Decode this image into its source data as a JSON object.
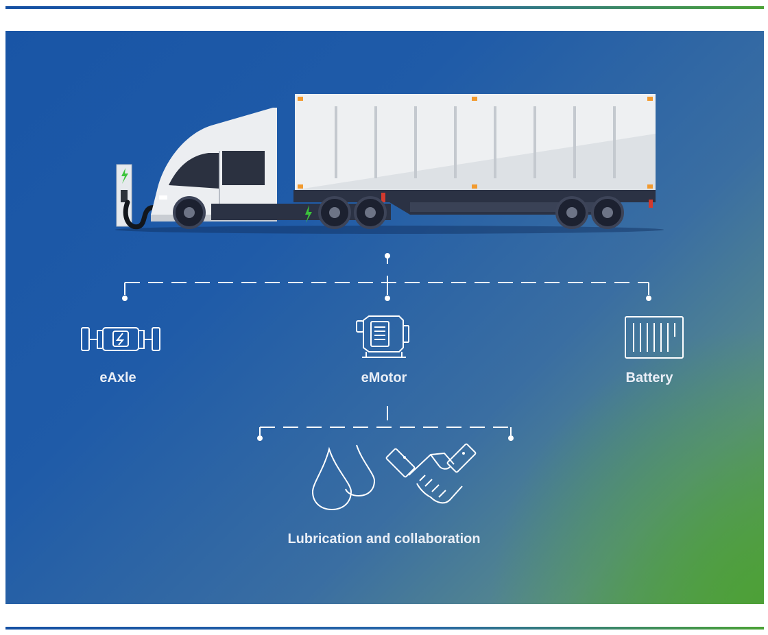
{
  "diagram": {
    "labels": {
      "eaxle": "eAxle",
      "emotor": "eMotor",
      "battery": "Battery",
      "lubrication": "Lubrication and collaboration"
    },
    "icons": [
      "truck-illustration",
      "charging-station-icon",
      "eaxle-icon",
      "electric-motor-icon",
      "battery-icon",
      "oil-drops-icon",
      "handshake-icon"
    ],
    "colors": {
      "background_blue": "#1955a6",
      "background_green": "#4ba236",
      "line": "#ffffff",
      "charge_green": "#3cc43c"
    }
  }
}
